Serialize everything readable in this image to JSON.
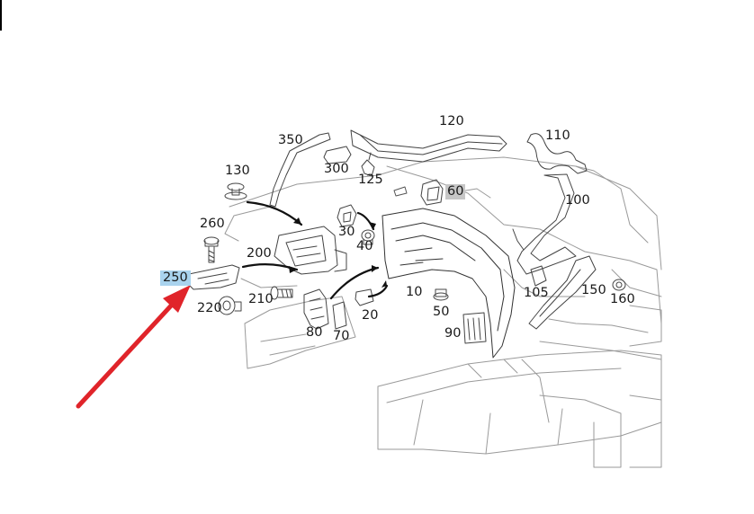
{
  "diagram": {
    "highlight_colors": {
      "selected": "#a9d3ee",
      "secondary": "#c6c6c6"
    },
    "arrow_color": "#e0242a",
    "parts": [
      {
        "id": "p350",
        "label": "350"
      },
      {
        "id": "p120",
        "label": "120"
      },
      {
        "id": "p110",
        "label": "110"
      },
      {
        "id": "p130",
        "label": "130"
      },
      {
        "id": "p300",
        "label": "300"
      },
      {
        "id": "p125",
        "label": "125"
      },
      {
        "id": "p60",
        "label": "60"
      },
      {
        "id": "p100",
        "label": "100"
      },
      {
        "id": "p260",
        "label": "260"
      },
      {
        "id": "p30",
        "label": "30"
      },
      {
        "id": "p40",
        "label": "40"
      },
      {
        "id": "p200",
        "label": "200"
      },
      {
        "id": "p250",
        "label": "250"
      },
      {
        "id": "p210",
        "label": "210"
      },
      {
        "id": "p220",
        "label": "220"
      },
      {
        "id": "p10",
        "label": "10"
      },
      {
        "id": "p105",
        "label": "105"
      },
      {
        "id": "p150",
        "label": "150"
      },
      {
        "id": "p160",
        "label": "160"
      },
      {
        "id": "p20",
        "label": "20"
      },
      {
        "id": "p50",
        "label": "50"
      },
      {
        "id": "p80",
        "label": "80"
      },
      {
        "id": "p70",
        "label": "70"
      },
      {
        "id": "p90",
        "label": "90"
      }
    ]
  }
}
